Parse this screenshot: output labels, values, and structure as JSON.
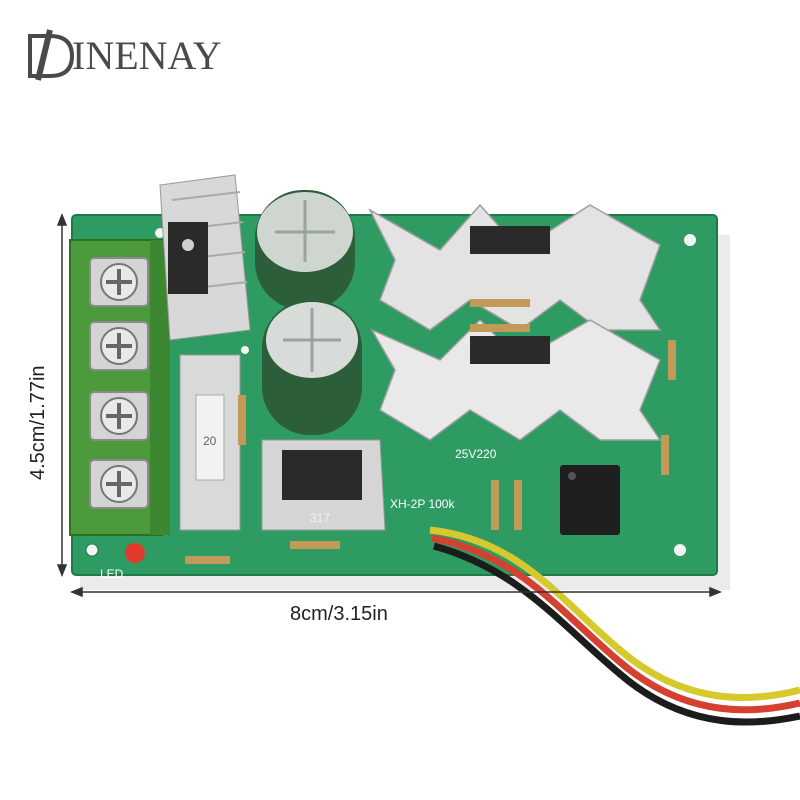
{
  "brand": {
    "name": "INENAY",
    "logo_letter": "D"
  },
  "dimensions": {
    "width_label": "8cm/3.15in",
    "height_label": "4.5cm/1.77in"
  },
  "board_marks": {
    "led": "LED",
    "fuse": "20",
    "regulator": "317",
    "connector": "XH-2P 100k",
    "capacitor": "25V220"
  },
  "colors": {
    "pcb": "#2f9a63",
    "terminal": "#4c9a3c",
    "heatsink": "#d7d7d7",
    "capacitor": "#2d5e3a"
  }
}
